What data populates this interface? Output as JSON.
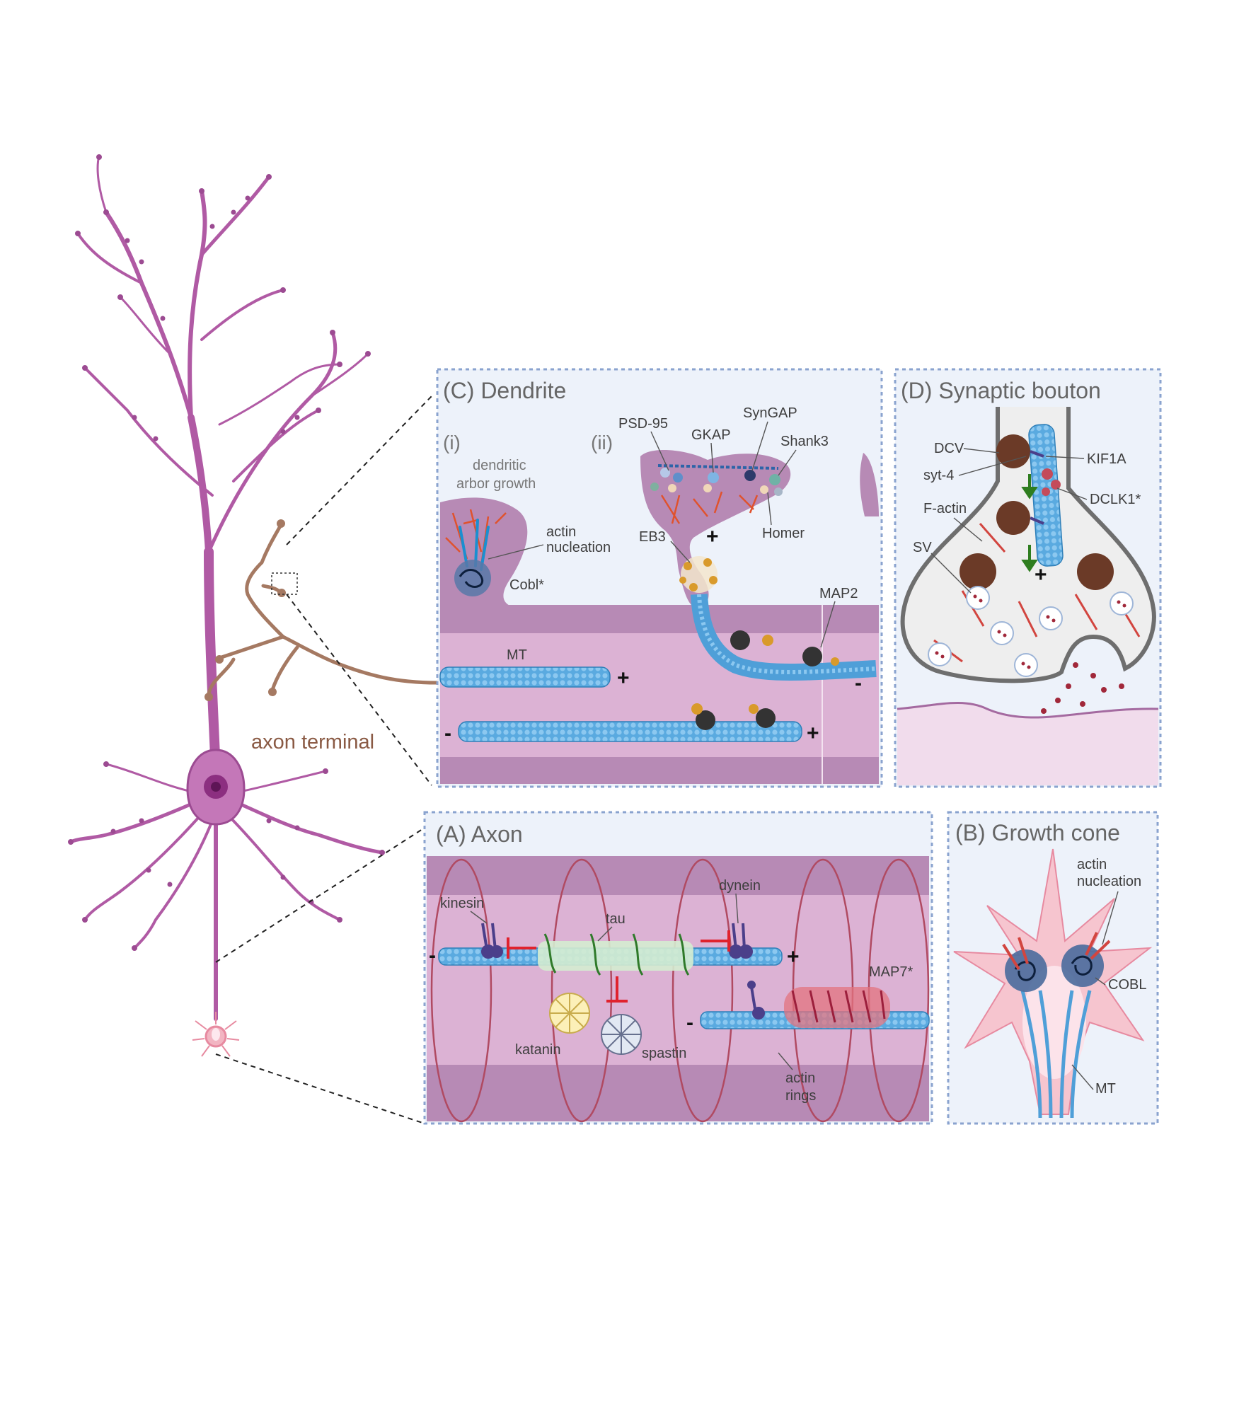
{
  "colors": {
    "neuron": "#b05aa4",
    "axon_terminal": "#a57962",
    "panel_border": "#8aa3cf",
    "panel_fill": "#edf2fa",
    "microtubule": "#58a8de",
    "inhibit": "#e0222d"
  },
  "overview": {
    "axon_terminal_label": "axon terminal"
  },
  "panels": {
    "dendrite": {
      "title": "(C) Dendrite",
      "sub_i": "(i)",
      "sub_ii": "(ii)",
      "dendritic_line1": "dendritic",
      "dendritic_line2": "arbor growth",
      "actin_line1": "actin",
      "actin_line2": "nucleation",
      "cobl": "Cobl*",
      "psd95": "PSD-95",
      "gkap": "GKAP",
      "syngap": "SynGAP",
      "shank3": "Shank3",
      "homer": "Homer",
      "eb3": "EB3",
      "map2": "MAP2",
      "mt": "MT",
      "plus": "+",
      "minus": "-"
    },
    "synaptic_bouton": {
      "title": "(D) Synaptic bouton",
      "dcv": "DCV",
      "kif1a": "KIF1A",
      "syt4": "syt-4",
      "dclk1": "DCLK1*",
      "factin": "F-actin",
      "sv": "SV",
      "plus": "+"
    },
    "axon": {
      "title": "(A) Axon",
      "kinesin": "kinesin",
      "tau": "tau",
      "dynein": "dynein",
      "map7": "MAP7*",
      "katanin": "katanin",
      "spastin": "spastin",
      "actin_line1": "actin",
      "actin_line2": "rings",
      "plus": "+",
      "minus": "-"
    },
    "growth_cone": {
      "title": "(B) Growth cone",
      "actin_line1": "actin",
      "actin_line2": "nucleation",
      "cobl": "COBL",
      "mt": "MT"
    }
  }
}
